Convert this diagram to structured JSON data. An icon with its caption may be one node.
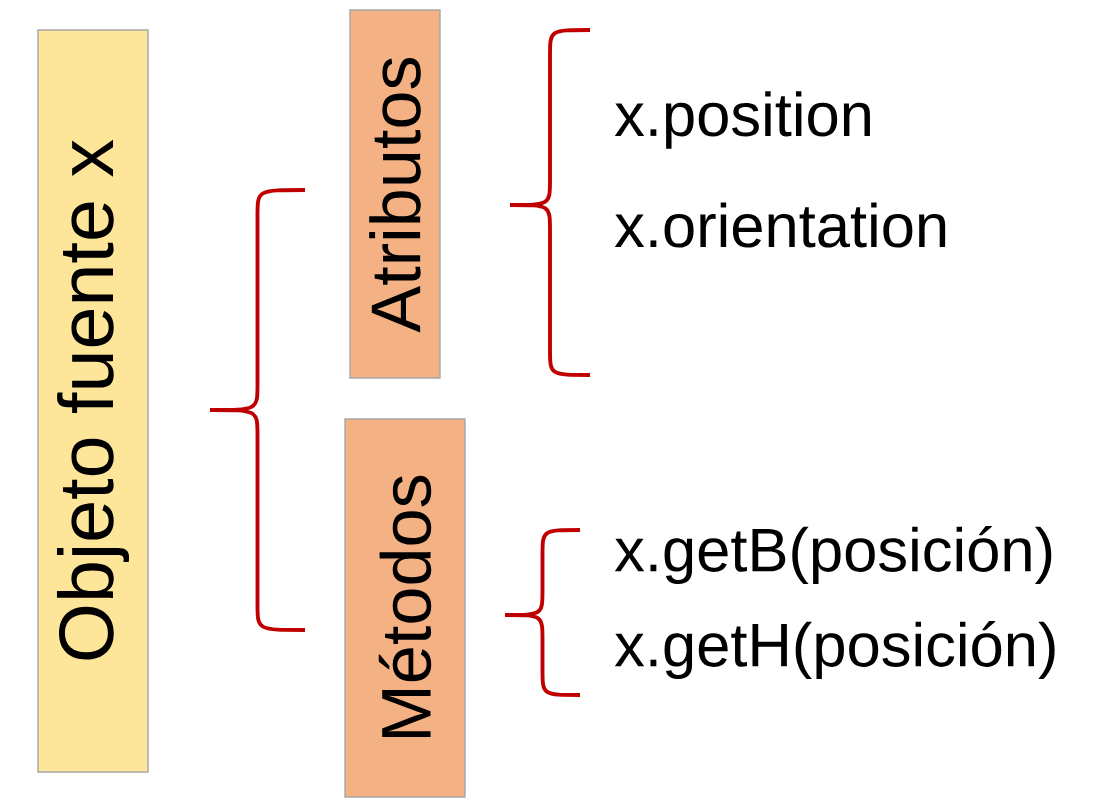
{
  "diagram": {
    "nodes": [
      {
        "text": [
          "Objeto fuente x"
        ]
      },
      {
        "text": [
          "Atributos"
        ]
      },
      {
        "text": [
          "Métodos"
        ]
      },
      {
        "text": [
          "x.position"
        ]
      },
      {
        "text": [
          "x.orientation"
        ]
      },
      {
        "text": [
          "x.getB(posición)"
        ]
      },
      {
        "text": [
          "x.getH(posición)"
        ]
      }
    ]
  }
}
